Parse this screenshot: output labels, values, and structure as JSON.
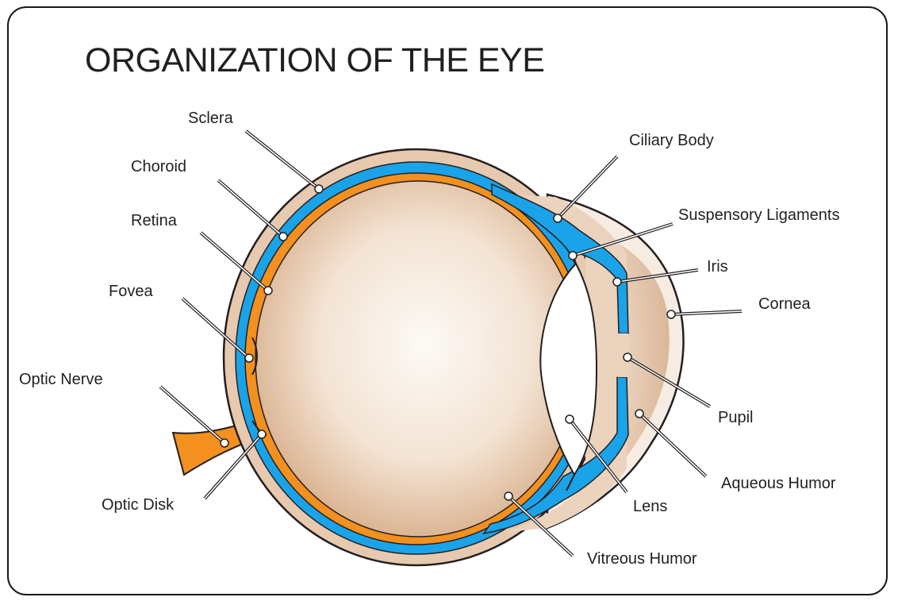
{
  "title": "ORGANIZATION OF THE EYE",
  "labels": {
    "sclera": "Sclera",
    "choroid": "Choroid",
    "retina": "Retina",
    "fovea": "Fovea",
    "optic_nerve": "Optic Nerve",
    "optic_disk": "Optic Disk",
    "ciliary_body": "Ciliary Body",
    "suspensory_ligaments": "Suspensory Ligaments",
    "iris": "Iris",
    "cornea": "Cornea",
    "pupil": "Pupil",
    "aqueous_humor": "Aqueous Humor",
    "lens": "Lens",
    "vitreous_humor": "Vitreous Humor"
  },
  "colors": {
    "sclera": "#e7c9b0",
    "choroid": "#1aa3e8",
    "retina": "#f3901f",
    "vitreous_center": "#fdfaf6",
    "vitreous_edge": "#d9b08a",
    "outline": "#231f20"
  }
}
